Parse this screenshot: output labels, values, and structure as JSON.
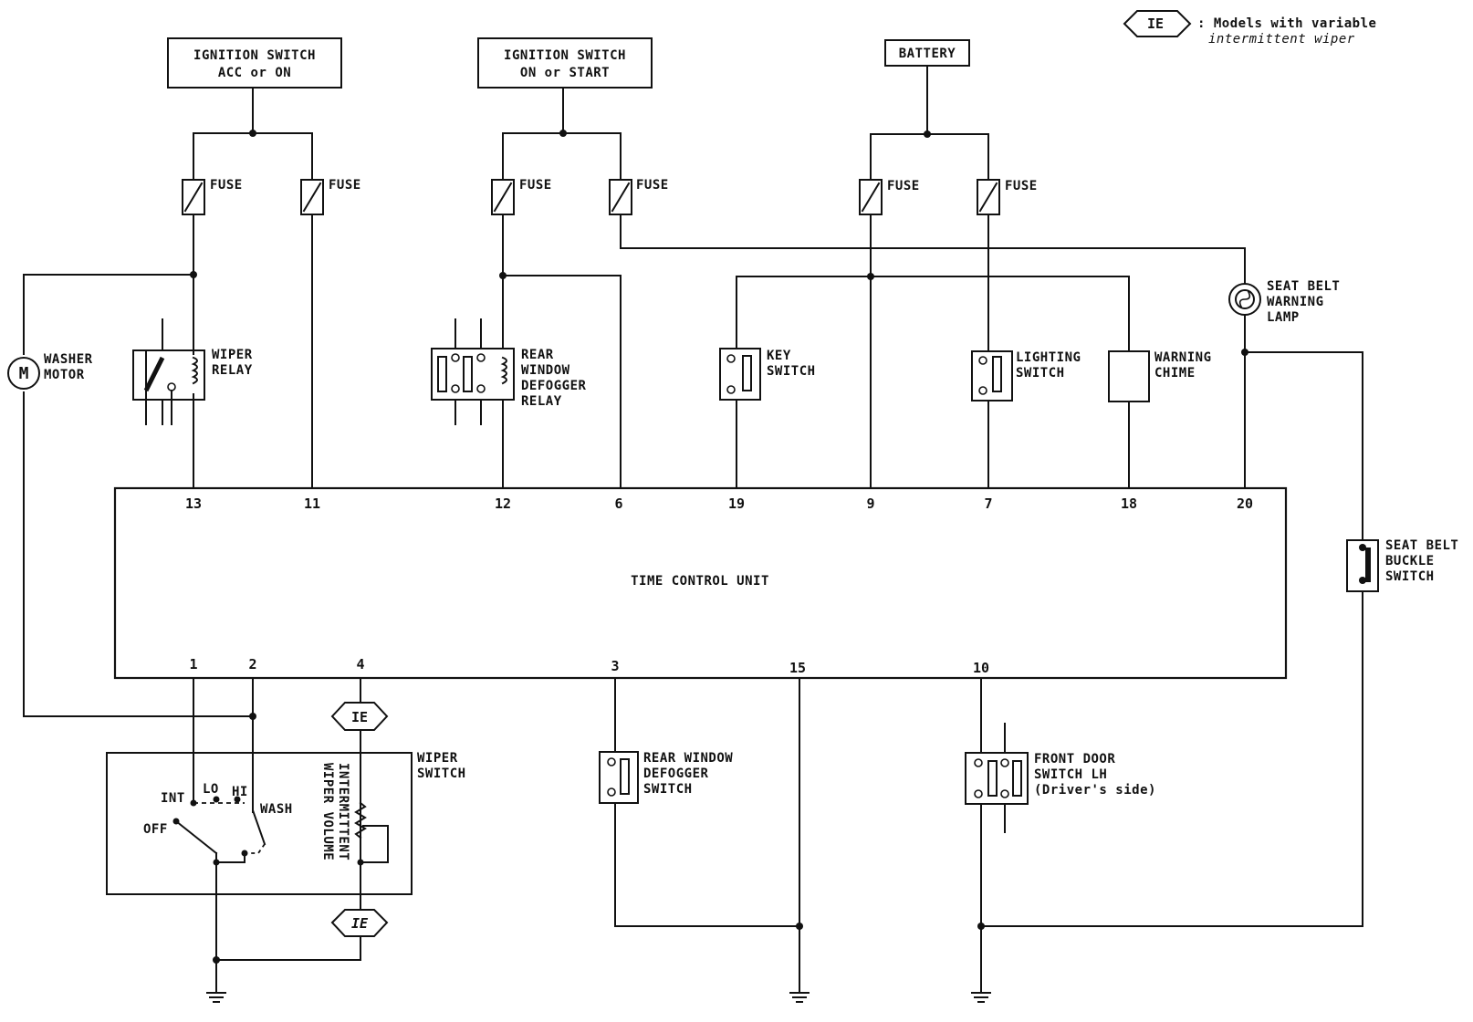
{
  "legend": {
    "tag": "IE",
    "line1": ": Models with variable",
    "line2": "intermittent wiper"
  },
  "sources": {
    "ign_acc_on": [
      "IGNITION SWITCH",
      "ACC or ON"
    ],
    "ign_on_start": [
      "IGNITION SWITCH",
      "ON or START"
    ],
    "battery": "BATTERY"
  },
  "fuse_label": "FUSE",
  "components": {
    "washer_motor": [
      "WASHER",
      "MOTOR"
    ],
    "washer_motor_symbol": "M",
    "wiper_relay": [
      "WIPER",
      "RELAY"
    ],
    "defogger_relay": [
      "REAR",
      "WINDOW",
      "DEFOGGER",
      "RELAY"
    ],
    "key_switch": [
      "KEY",
      "SWITCH"
    ],
    "lighting_switch": [
      "LIGHTING",
      "SWITCH"
    ],
    "warning_chime": [
      "WARNING",
      "CHIME"
    ],
    "seat_belt_lamp": [
      "SEAT BELT",
      "WARNING",
      "LAMP"
    ],
    "buckle_switch": [
      "SEAT BELT",
      "BUCKLE",
      "SWITCH"
    ],
    "wiper_switch": [
      "WIPER",
      "SWITCH"
    ],
    "wiper_positions": {
      "int": "INT",
      "lo": "LO",
      "hi": "HI",
      "off": "OFF",
      "wash": "WASH"
    },
    "wiper_volume": [
      "INTERMITTENT",
      "WIPER VOLUME"
    ],
    "defogger_switch": [
      "REAR WINDOW",
      "DEFOGGER",
      "SWITCH"
    ],
    "door_switch": [
      "FRONT DOOR",
      "SWITCH LH",
      "(Driver's side)"
    ]
  },
  "control_unit": "TIME CONTROL UNIT",
  "top_pins": [
    "13",
    "11",
    "12",
    "6",
    "19",
    "9",
    "7",
    "18",
    "20"
  ],
  "bottom_pins": [
    "1",
    "2",
    "4",
    "3",
    "15",
    "10"
  ],
  "ie_tags": [
    "IE",
    "IE"
  ]
}
